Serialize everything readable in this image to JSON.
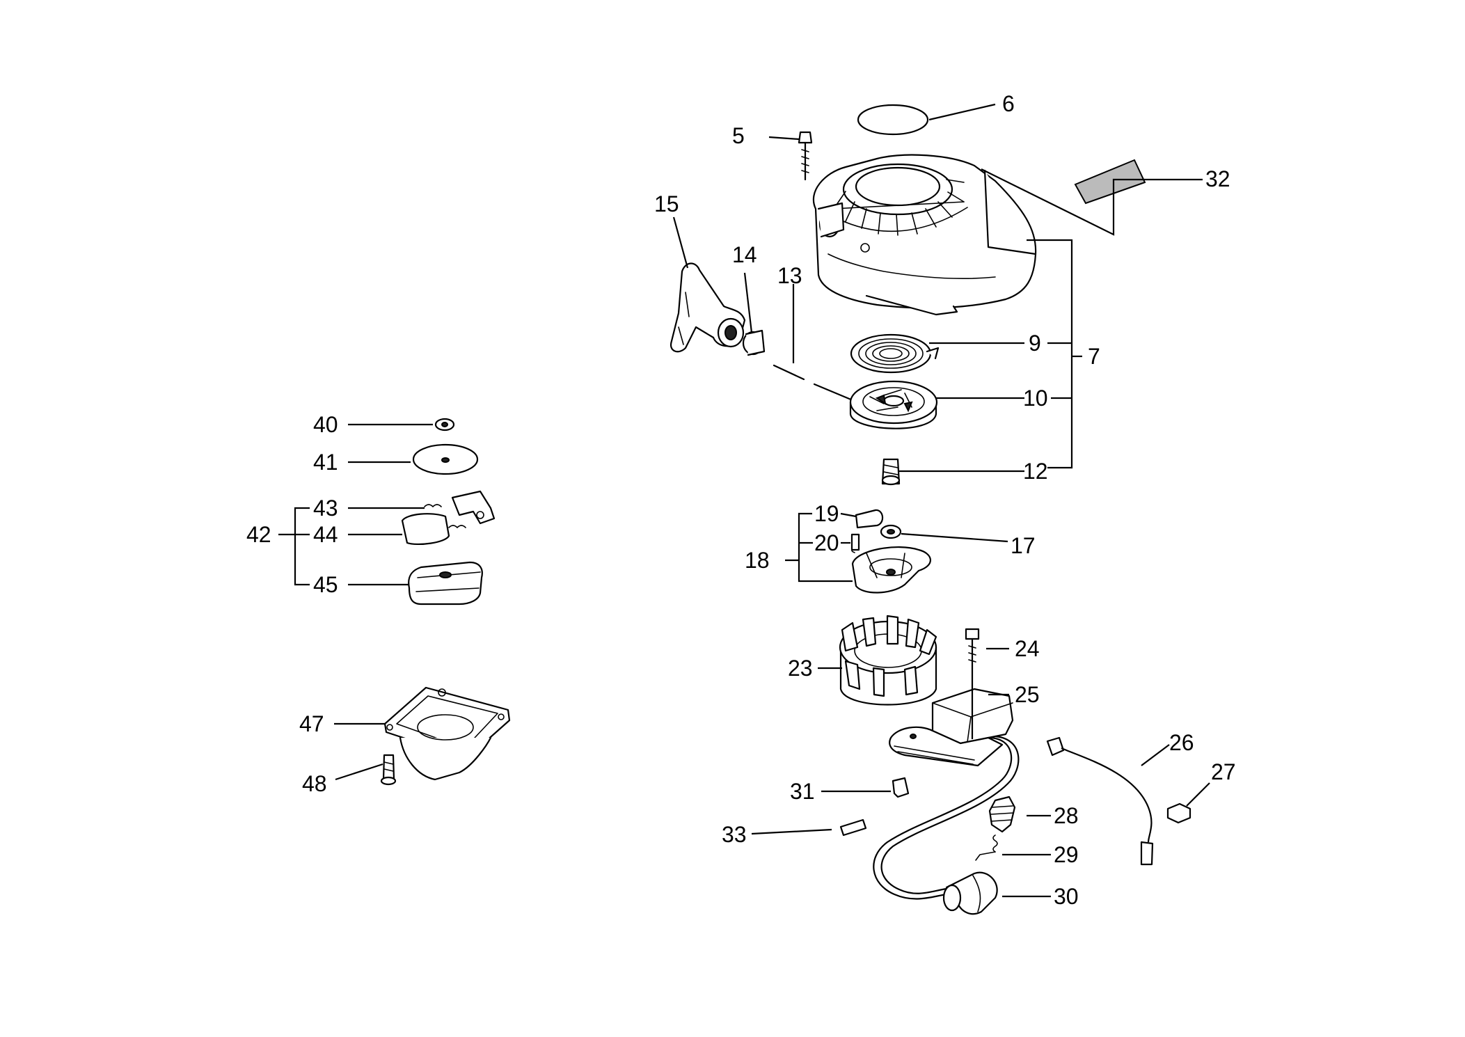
{
  "callouts": {
    "c5": "5",
    "c6": "6",
    "c7": "7",
    "c9": "9",
    "c10": "10",
    "c12": "12",
    "c13": "13",
    "c14": "14",
    "c15": "15",
    "c17": "17",
    "c18": "18",
    "c19": "19",
    "c20": "20",
    "c23": "23",
    "c24": "24",
    "c25": "25",
    "c26": "26",
    "c27": "27",
    "c28": "28",
    "c29": "29",
    "c30": "30",
    "c31": "31",
    "c32": "32",
    "c33": "33",
    "c40": "40",
    "c41": "41",
    "c42": "42",
    "c43": "43",
    "c44": "44",
    "c45": "45",
    "c47": "47",
    "c48": "48"
  }
}
